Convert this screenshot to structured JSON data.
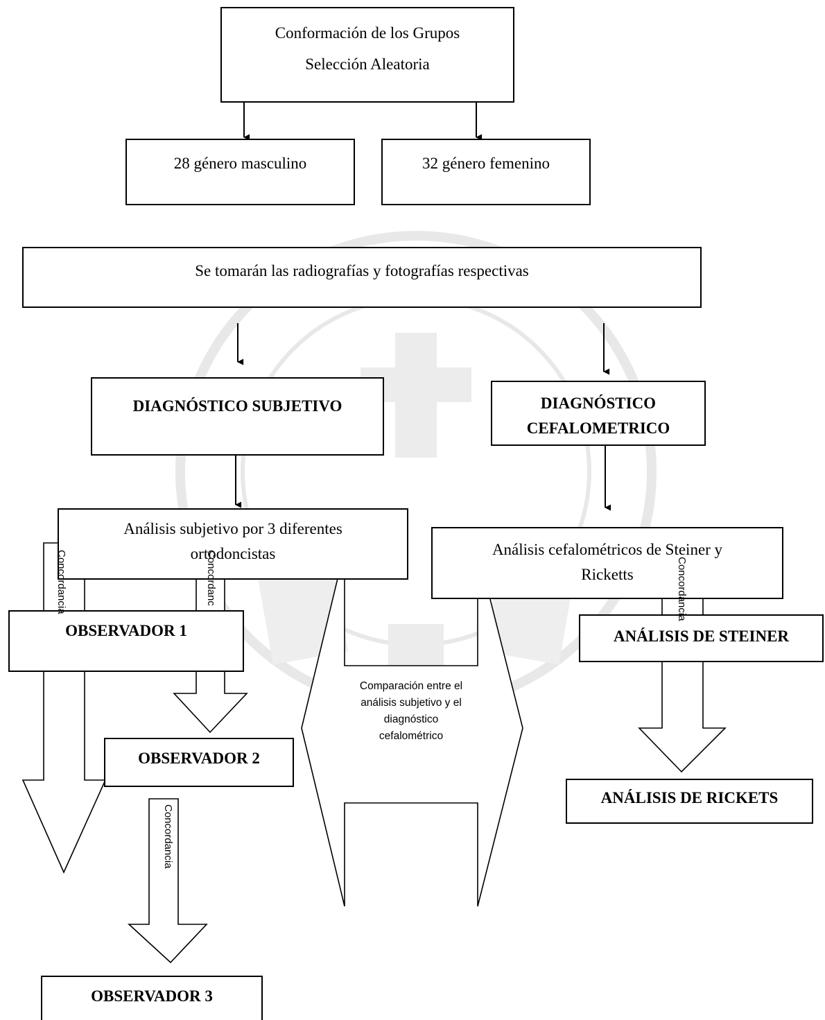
{
  "diagram": {
    "top": {
      "line1": "Conformación de los Grupos",
      "line2": "Selección Aleatoria"
    },
    "male": "28 género masculino",
    "female": "32 género femenino",
    "radiographs": "Se tomarán las radiografías y fotografías respectivas",
    "subjective_dx": "DIAGNÓSTICO SUBJETIVO",
    "cephalometric_dx": {
      "line1": "DIAGNÓSTICO",
      "line2": "CEFALOMETRICO"
    },
    "subjective_analysis": {
      "line1": "Análisis subjetivo por 3 diferentes",
      "line2": "ortodoncistas"
    },
    "cephalometric_analysis": {
      "line1": "Análisis cefalométricos de Steiner y",
      "line2": "Ricketts"
    },
    "observer1": "OBSERVADOR 1",
    "observer2": "OBSERVADOR 2",
    "observer3": "OBSERVADOR 3",
    "steiner": "ANÁLISIS DE STEINER",
    "ricketts": "ANÁLISIS DE RICKETS",
    "concordance_long": "Concordancia",
    "concordance_truncated": "Concordanci",
    "concordance_obs2_obs3": "Concordancia",
    "concordance_steiner_ricketts": "Concordancia",
    "comparison": {
      "line1": "Comparación entre el",
      "line2": "análisis subjetivo y el",
      "line3": "diagnóstico",
      "line4": "cefalométrico"
    }
  },
  "colors": {
    "stroke": "#000000",
    "watermark": "#e6e6e6"
  }
}
